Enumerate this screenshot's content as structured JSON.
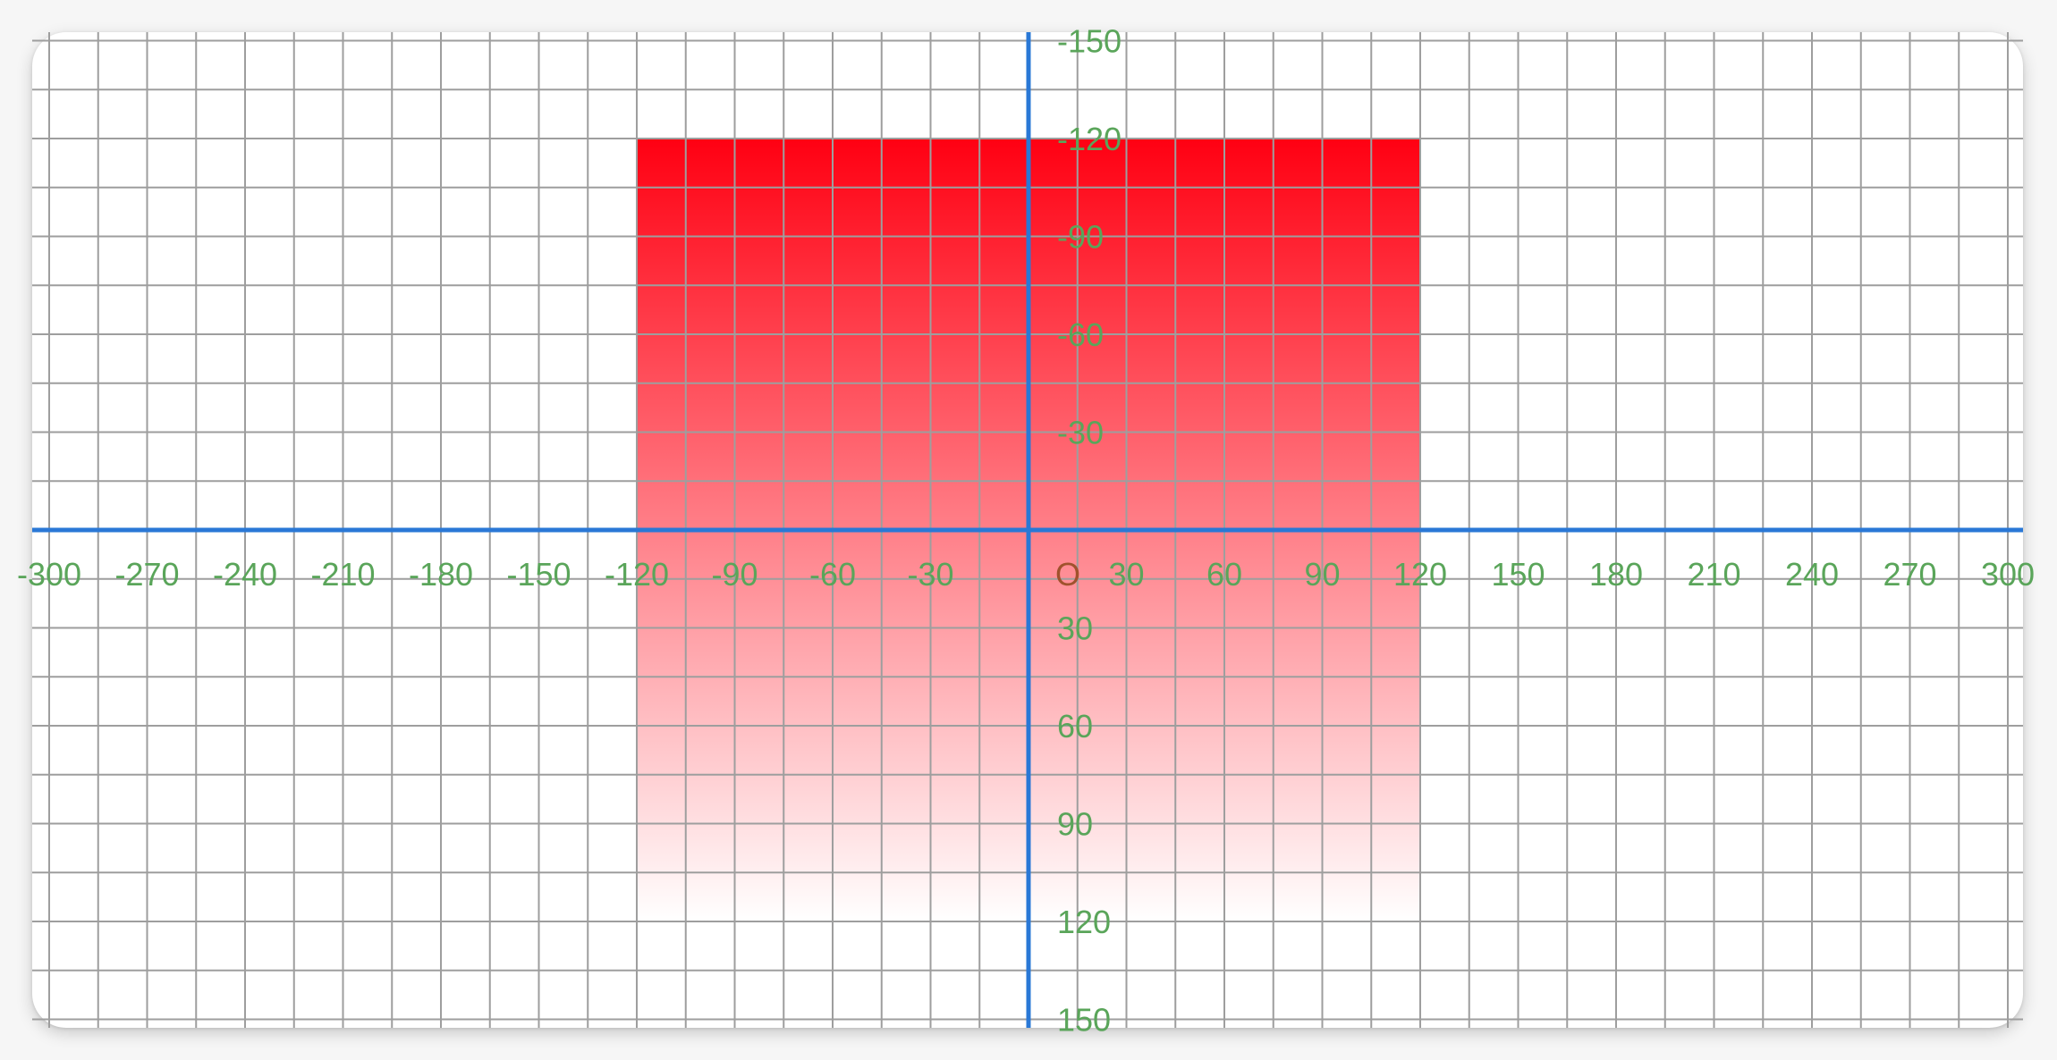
{
  "diagram": {
    "type": "coordinate-grid",
    "grid_step": 15,
    "label_step": 30,
    "x_range": [
      -305,
      305
    ],
    "y_range": [
      -152,
      152
    ],
    "x_tick_labels": [
      "-300",
      "-270",
      "-240",
      "-210",
      "-180",
      "-150",
      "-120",
      "-90",
      "-60",
      "-30",
      "30",
      "60",
      "90",
      "120",
      "150",
      "180",
      "210",
      "240",
      "270",
      "300"
    ],
    "x_tick_values": [
      -300,
      -270,
      -240,
      -210,
      -180,
      -150,
      -120,
      -90,
      -60,
      -30,
      30,
      60,
      90,
      120,
      150,
      180,
      210,
      240,
      270,
      300
    ],
    "y_tick_labels": [
      "-150",
      "-120",
      "-90",
      "-60",
      "-30",
      "30",
      "60",
      "90",
      "120",
      "150"
    ],
    "y_tick_values": [
      -150,
      -120,
      -90,
      -60,
      -30,
      30,
      60,
      90,
      120,
      150
    ],
    "origin_label": "O",
    "gradient_rect": {
      "x_min": -120,
      "x_max": 120,
      "y_min": -120,
      "y_max": 120,
      "color_start": "#ff0012",
      "color_end": "#ffffff",
      "direction": "top-to-bottom"
    },
    "colors": {
      "grid": "#9e9e9e",
      "axis": "#2a78d6",
      "label": "#5aa55a",
      "origin_label": "#a0522d"
    }
  }
}
